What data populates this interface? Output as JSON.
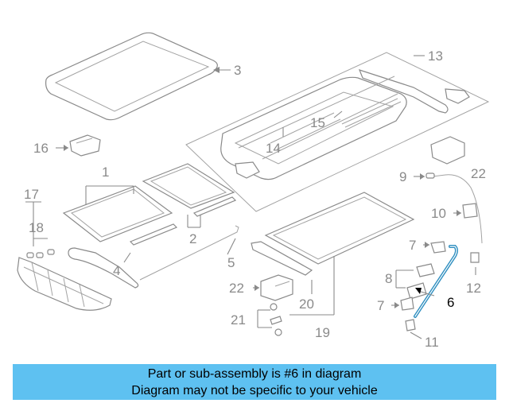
{
  "callouts": {
    "c1": "1",
    "c2": "2",
    "c3": "3",
    "c4": "4",
    "c5": "5",
    "c6": "6",
    "c7a": "7",
    "c7b": "7",
    "c8": "8",
    "c9": "9",
    "c10": "10",
    "c11": "11",
    "c12": "12",
    "c13": "13",
    "c14": "14",
    "c15": "15",
    "c16": "16",
    "c17": "17",
    "c18": "18",
    "c19": "19",
    "c20": "20",
    "c21": "21",
    "c22a": "22",
    "c22b": "22"
  },
  "highlight": {
    "part_number": "6",
    "color": "#2f8fc0"
  },
  "banner": {
    "line1": "Part or sub-assembly is #6 in diagram",
    "line2": "Diagram may not be specific to your vehicle",
    "color": "#5ec1f1"
  }
}
